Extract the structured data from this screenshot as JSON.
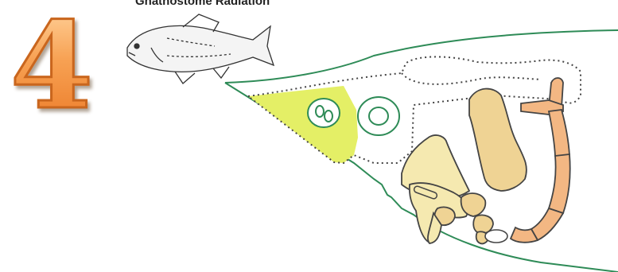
{
  "header": {
    "title": "Gnathostome Radiation"
  },
  "badge": {
    "number": "4",
    "color": "#f39a4a"
  },
  "diagram": {
    "subject": "fish-head-skeleton",
    "colors": {
      "outline": "#2e8b57",
      "braincase": "#e4ef66",
      "upper_jaw": "#f5e9b0",
      "hyoid": "#efd394",
      "gill_arch": "#f3b783",
      "dots": "#444444"
    }
  }
}
